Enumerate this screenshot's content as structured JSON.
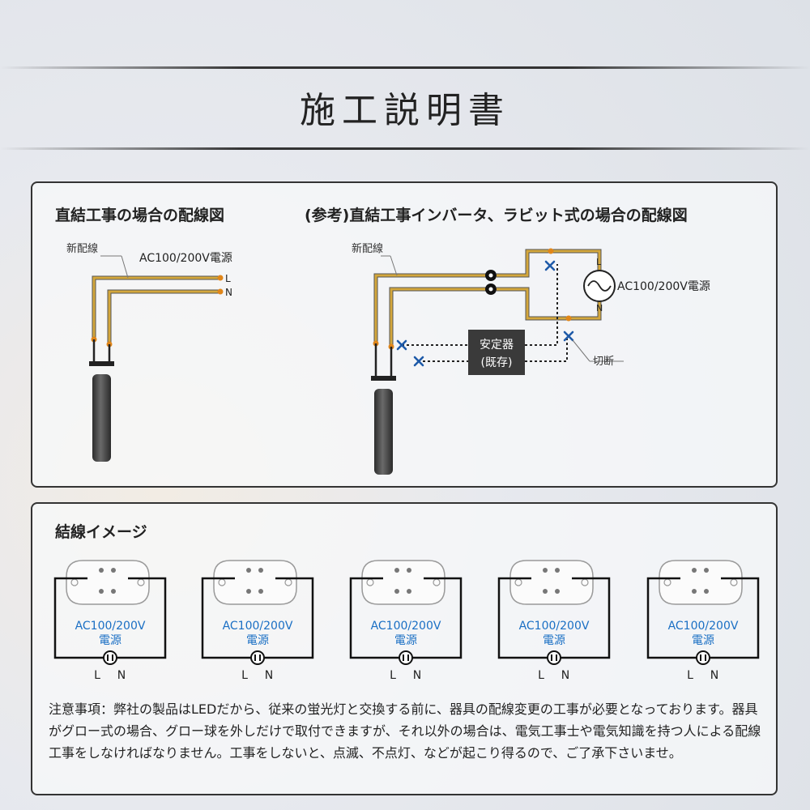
{
  "page_title": "施工説明書",
  "direct": {
    "heading": "直結工事の場合の配線図",
    "new_wiring": "新配線",
    "power": "AC100/200V電源",
    "L": "L",
    "N": "N"
  },
  "reference": {
    "heading": "(参考)直結工事インバータ、ラビット式の場合の配線図",
    "new_wiring": "新配線",
    "power": "AC100/200V電源",
    "L": "L",
    "N": "N",
    "ballast_line1": "安定器",
    "ballast_line2": "(既存)",
    "cut": "切断"
  },
  "connection": {
    "heading": "結線イメージ",
    "fixtures": [
      {
        "power_line1": "AC100/200V",
        "power_line2": "電源",
        "L": "L",
        "N": "N"
      },
      {
        "power_line1": "AC100/200V",
        "power_line2": "電源",
        "L": "L",
        "N": "N"
      },
      {
        "power_line1": "AC100/200V",
        "power_line2": "電源",
        "L": "L",
        "N": "N"
      },
      {
        "power_line1": "AC100/200V",
        "power_line2": "電源",
        "L": "L",
        "N": "N"
      },
      {
        "power_line1": "AC100/200V",
        "power_line2": "電源",
        "L": "L",
        "N": "N"
      }
    ],
    "notice": "注意事項：弊社の製品はLEDだから、従来の蛍光灯と交換する前に、器具の配線変更の工事が必要となっております。器具がグロー式の場合、グロー球を外しだけで取付できますが、それ以外の場合は、電気工事士や電気知識を持つ人による配線工事をしなければなりません。工事をしないと、点滅、不点灯、などが起こり得るので、ご了承下さいませ。"
  },
  "colors": {
    "wire_gold": "#d4a73c",
    "wire_outline": "#555555",
    "node_orange": "#e0861a",
    "cut_blue": "#1e5aa8",
    "power_text_blue": "#1a6fc4",
    "ballast_fill": "#3a3a3a"
  }
}
